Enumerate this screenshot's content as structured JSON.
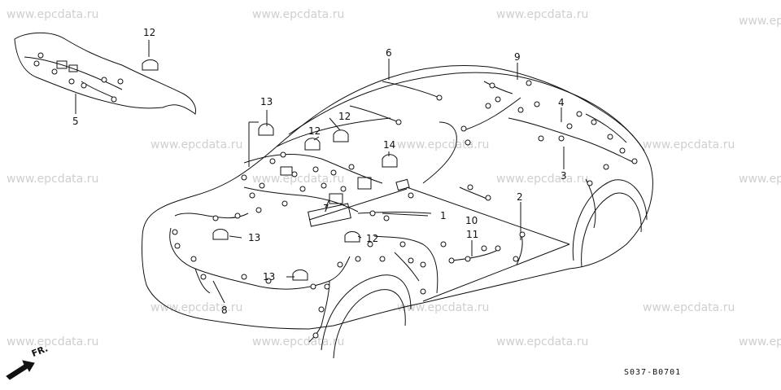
{
  "watermark": {
    "text": "www.epcdata.ru",
    "color": "#cfcfcf"
  },
  "diagram": {
    "part_code": "S037-B0701",
    "direction_label": "FR.",
    "callouts": {
      "c1": "1",
      "c2": "2",
      "c3": "3",
      "c4": "4",
      "c5": "5",
      "c6": "6",
      "c7": "7",
      "c8": "8",
      "c9": "9",
      "c10": "10",
      "c11": "11",
      "c12a": "12",
      "c12b": "12",
      "c12c": "12",
      "c12d": "12",
      "c13a": "13",
      "c13b": "13",
      "c13c": "13",
      "c14": "14"
    },
    "line_color": "#111111"
  }
}
